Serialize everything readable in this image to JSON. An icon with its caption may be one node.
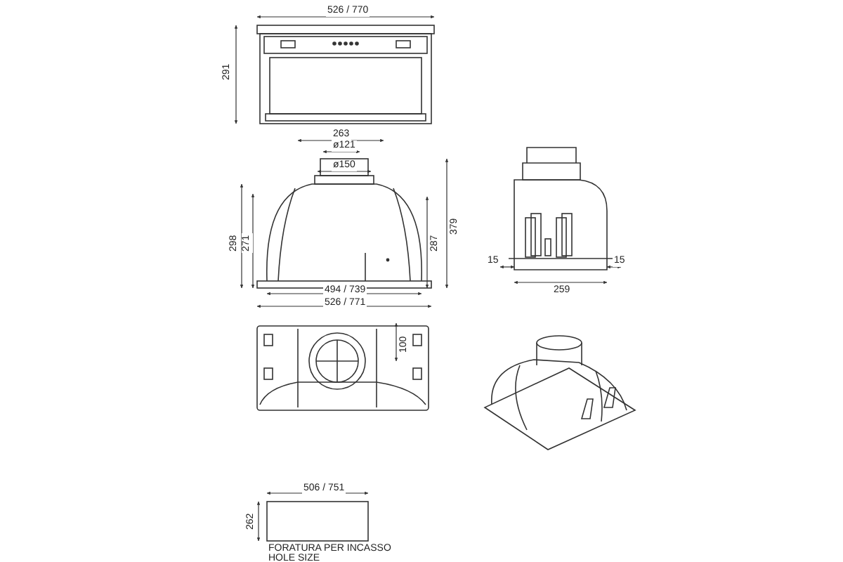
{
  "diagram": {
    "labels": [
      "526 / 770",
      "291",
      "263",
      "ø121",
      "ø150",
      "298",
      "271",
      "287",
      "379",
      "494 / 739",
      "526 / 771",
      "15",
      "15",
      "259",
      "100",
      "506 / 751",
      "262",
      "FORATURA PER INCASSO",
      "HOLE SIZE"
    ]
  }
}
